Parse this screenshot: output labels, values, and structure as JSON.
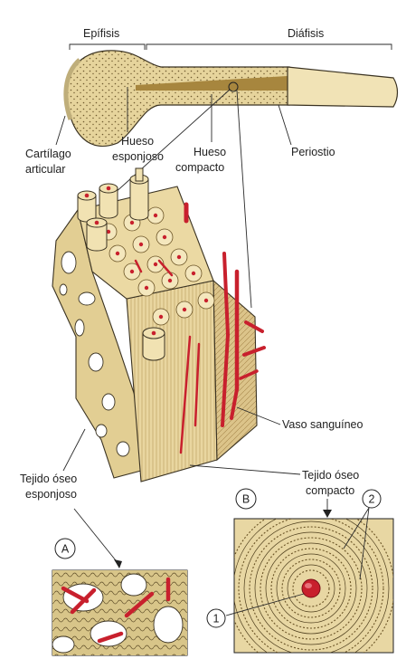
{
  "labels": {
    "epifisis": "Epífisis",
    "diafisis": "Diáfisis",
    "cartilago_line1": "Cartílago",
    "cartilago_line2": "articular",
    "hueso_esponjoso_line1": "Hueso",
    "hueso_esponjoso_line2": "esponjoso",
    "hueso_compacto_line1": "Hueso",
    "hueso_compacto_line2": "compacto",
    "periostio": "Periostio",
    "vaso": "Vaso sanguíneo",
    "tejido_esponjoso_line1": "Tejido óseo",
    "tejido_esponjoso_line2": "esponjoso",
    "tejido_compacto_line1": "Tejido óseo",
    "tejido_compacto_line2": "compacto"
  },
  "callouts": {
    "panel_a": "A",
    "panel_b": "B",
    "marker_1": "1",
    "marker_2": "2"
  },
  "colors": {
    "bone": "#efe1b0",
    "bone_dark": "#d9c383",
    "spongy_fill": "#e3cf94",
    "vessel": "#c8202d",
    "outline": "#3b3322"
  }
}
